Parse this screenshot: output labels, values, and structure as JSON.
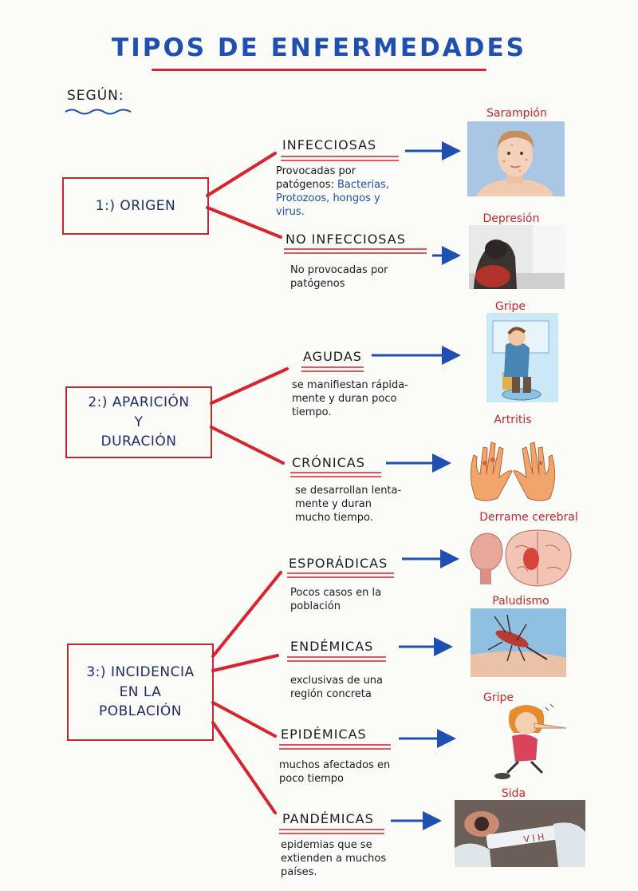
{
  "title": "TIPOS DE ENFERMEDADES",
  "segun": "SEGÚN:",
  "categories": [
    {
      "label_lines": [
        "1:) ORIGEN"
      ],
      "types": [
        {
          "term": "INFECCIOSAS",
          "desc": "Provocadas por\npatógenos: ",
          "desc_blue": "Bacterias,\nProtozoos, hongos y\nvirus.",
          "image_caption": "Sarampión"
        },
        {
          "term": "NO INFECCIOSAS",
          "desc": "No provocadas por\npatógenos",
          "image_caption": "Depresión"
        }
      ]
    },
    {
      "label_lines": [
        "2:) APARICIÓN",
        "Y",
        "DURACIÓN"
      ],
      "types": [
        {
          "term": "AGUDAS",
          "desc": "se manifiestan rápida-\nmente y duran poco\ntiempo.",
          "image_caption": "Gripe"
        },
        {
          "term": "CRÓNICAS",
          "desc": "se desarrollan lenta-\nmente y duran\nmucho tiempo.",
          "image_caption": "Artritis"
        }
      ]
    },
    {
      "label_lines": [
        "3:) INCIDENCIA",
        "EN LA",
        "POBLACIÓN"
      ],
      "types": [
        {
          "term": "ESPORÁDICAS",
          "desc": "Pocos casos en la\npoblación",
          "image_caption": "Derrame cerebral"
        },
        {
          "term": "ENDÉMICAS",
          "desc": "exclusivas de una\nregión concreta",
          "image_caption": "Paludismo"
        },
        {
          "term": "EPIDÉMICAS",
          "desc": "muchos afectados en\npoco tiempo",
          "image_caption": "Gripe"
        },
        {
          "term": "PANDÉMICAS",
          "desc": "epidemias que se\nextienden a muchos\npaíses.",
          "image_caption": "Sida"
        }
      ]
    }
  ],
  "colors": {
    "red": "#c8262f",
    "blue": "#1f4fb0",
    "ink": "#1c1c1c"
  },
  "images": [
    "girl-photo",
    "sad-person-photo",
    "sick-person-drawing",
    "arthritic-hands-drawing",
    "brain-drawing",
    "mosquito-photo",
    "sick-woman-cartoon",
    "hiv-test-photo"
  ]
}
